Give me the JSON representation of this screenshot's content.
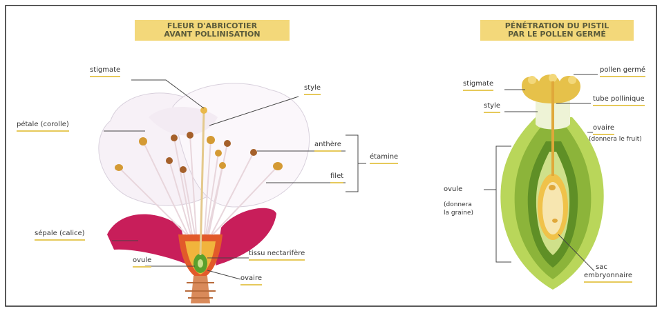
{
  "left": {
    "title_line1": "FLEUR D'ABRICOTIER",
    "title_line2": "AVANT POLLINISATION",
    "labels": {
      "stigmate": "stigmate",
      "style": "style",
      "petale": "pétale (corolle)",
      "anthere": "anthère",
      "filet": "filet",
      "etamine": "étamine",
      "sepale": "sépale (calice)",
      "tissu": "tissu nectarifère",
      "ovule": "ovule",
      "ovaire": "ovaire"
    }
  },
  "right": {
    "title_line1": "PÉNÉTRATION DU PISTIL",
    "title_line2": "PAR LE POLLEN GERMÉ",
    "labels": {
      "stigmate": "stigmate",
      "style": "style",
      "pollen": "pollen germé",
      "tube": "tube pollinique",
      "ovaire": "ovaire",
      "ovaire_note": "(donnera le fruit)",
      "ovule": "ovule",
      "ovule_note1": "(donnera",
      "ovule_note2": "la graine)",
      "sac1": "sac",
      "sac2": "embryonnaire"
    }
  },
  "colors": {
    "title_bg": "#f3d87a",
    "underline": "#e6c95a",
    "sepal": "#c81e5a",
    "pistil_green": "#8cb43a"
  }
}
